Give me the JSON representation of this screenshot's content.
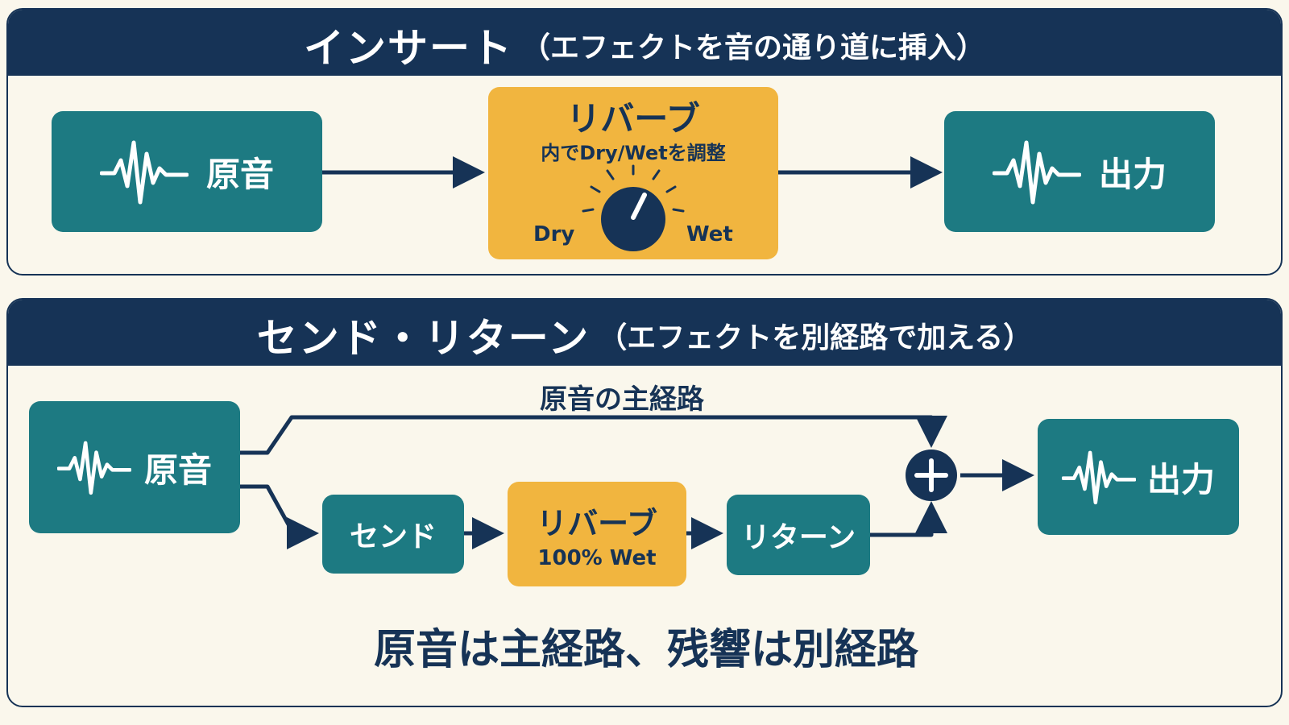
{
  "insert": {
    "title": "インサート",
    "subtitle": "（エフェクトを音の通り道に挿入）",
    "source_label": "原音",
    "effect": {
      "title": "リバーブ",
      "subtitle": "内でDry/Wetを調整",
      "knob_left": "Dry",
      "knob_right": "Wet"
    },
    "output_label": "出力"
  },
  "send": {
    "title": "センド・リターン",
    "subtitle": "（エフェクトを別経路で加える）",
    "source_label": "原音",
    "main_path_label": "原音の主経路",
    "send_label": "センド",
    "effect": {
      "title": "リバーブ",
      "subtitle": "100% Wet"
    },
    "return_label": "リターン",
    "output_label": "出力",
    "summary": "原音は主経路、残響は別経路"
  },
  "colors": {
    "navy": "#163356",
    "teal": "#1d7a82",
    "gold": "#f1b53f",
    "background": "#faf7ec"
  },
  "icons": {
    "waveform": "waveform-icon",
    "knob": "knob-icon",
    "sum": "plus-circle-icon"
  }
}
